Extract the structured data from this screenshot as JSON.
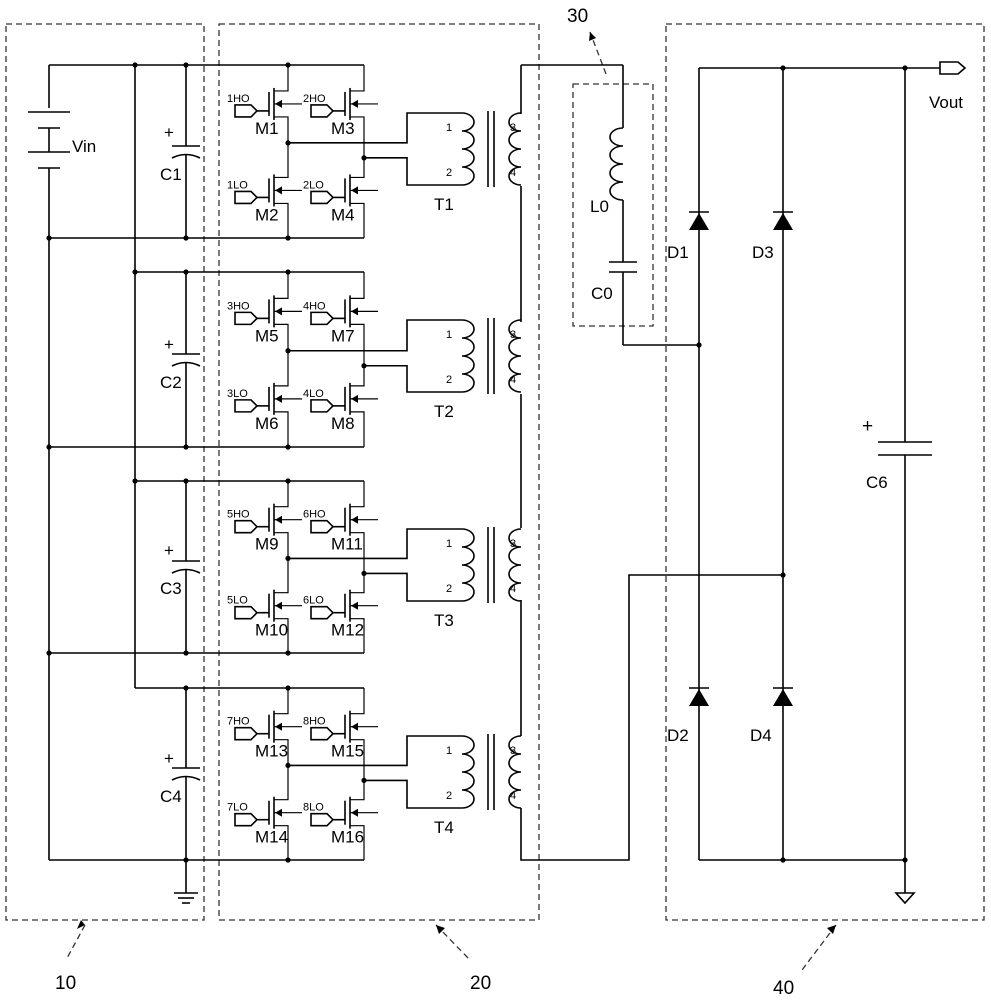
{
  "blocks": {
    "b10": "10",
    "b20": "20",
    "b30": "30",
    "b40": "40"
  },
  "source": {
    "label": "Vin"
  },
  "input_caps": [
    "C1",
    "C2",
    "C3",
    "C4"
  ],
  "cap_plus": "+",
  "switches": [
    "M1",
    "M2",
    "M3",
    "M4",
    "M5",
    "M6",
    "M7",
    "M8",
    "M9",
    "M10",
    "M11",
    "M12",
    "M13",
    "M14",
    "M15",
    "M16"
  ],
  "gate_labels": [
    "1HO",
    "1LO",
    "2HO",
    "2LO",
    "3HO",
    "3LO",
    "4HO",
    "4LO",
    "5HO",
    "5LO",
    "6HO",
    "6LO",
    "7HO",
    "7LO",
    "8HO",
    "8LO"
  ],
  "transformers": [
    "T1",
    "T2",
    "T3",
    "T4"
  ],
  "pins": [
    "1",
    "2",
    "3",
    "4"
  ],
  "resonant": {
    "inductor": "L0",
    "capacitor": "C0"
  },
  "diodes": [
    "D1",
    "D2",
    "D3",
    "D4"
  ],
  "output": {
    "cap": "C6",
    "label": "Vout"
  }
}
